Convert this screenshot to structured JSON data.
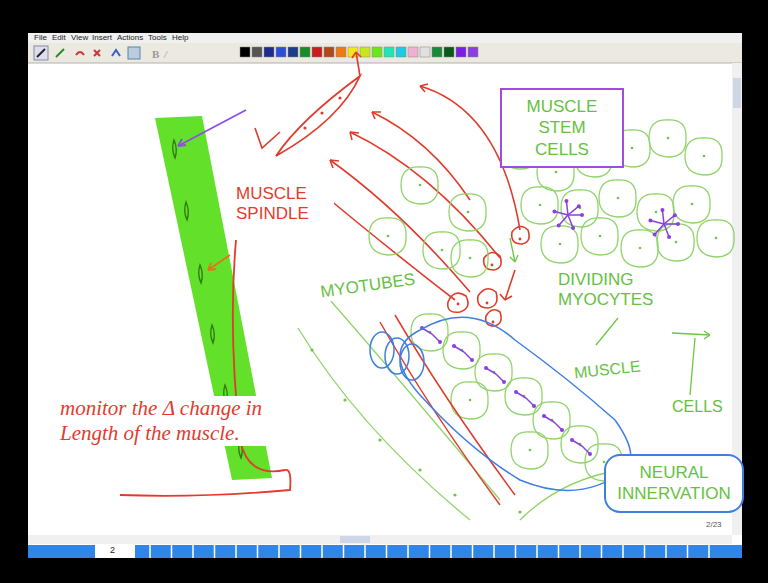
{
  "diagram": {
    "nodes": [
      {
        "text": [
          "MUSCLE STEM CELLS"
        ]
      },
      {
        "text": [
          "NEURAL INNERVATION"
        ]
      }
    ],
    "labels": [
      "File",
      "Edit",
      "View",
      "Insert",
      "Actions",
      "Tools",
      "Help",
      "MUSCLE SPINDLE",
      "MYOTUBES",
      "DIVIDING MYOCYTES",
      "MUSCLE",
      "CELLS",
      "monitor the Δ change in Length of the muscle.",
      "2/23",
      "2"
    ]
  }
}
